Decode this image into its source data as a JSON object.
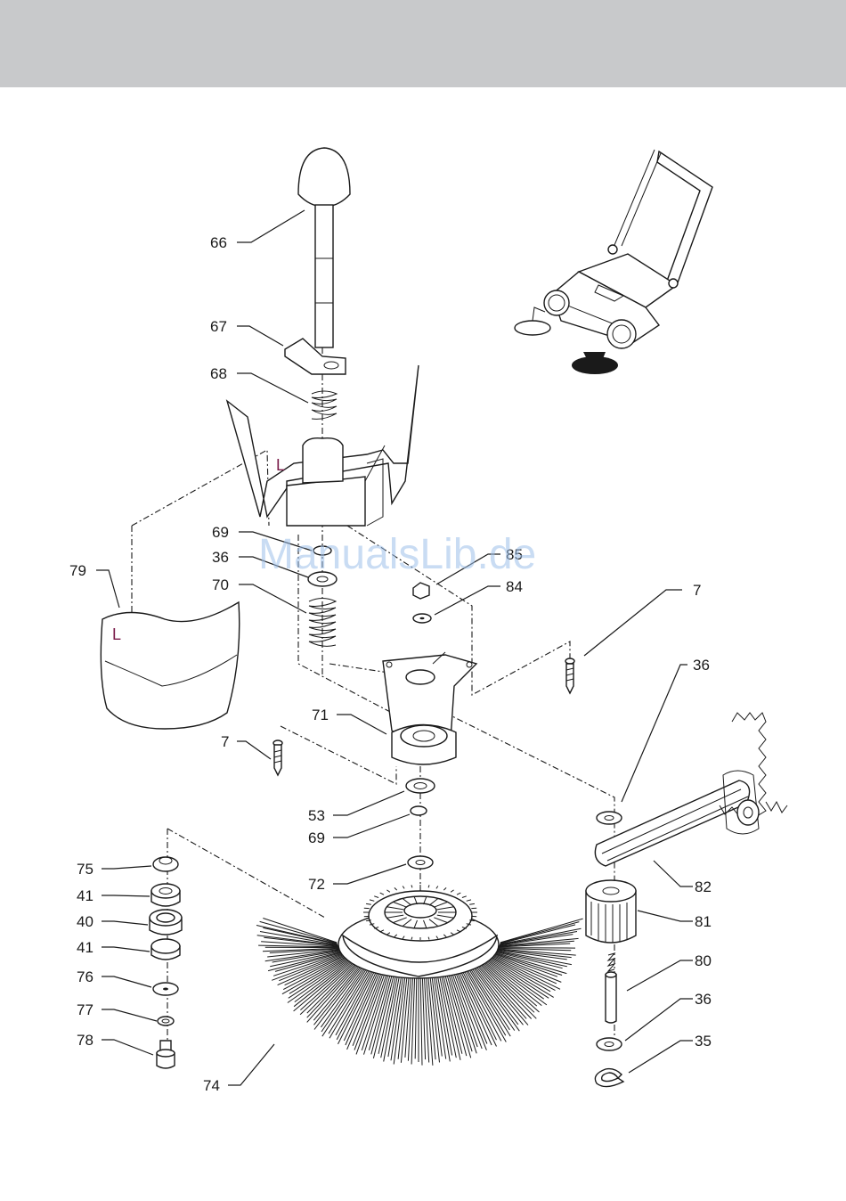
{
  "header": {
    "color": "#c8c9cb"
  },
  "watermark": "ManualsLib.de",
  "side_marks": {
    "housing": "L",
    "cover": "L"
  },
  "callouts": [
    {
      "id": "66",
      "label": "66"
    },
    {
      "id": "67",
      "label": "67"
    },
    {
      "id": "68",
      "label": "68"
    },
    {
      "id": "69a",
      "label": "69"
    },
    {
      "id": "36a",
      "label": "36"
    },
    {
      "id": "70",
      "label": "70"
    },
    {
      "id": "79",
      "label": "79"
    },
    {
      "id": "85",
      "label": "85"
    },
    {
      "id": "84",
      "label": "84"
    },
    {
      "id": "7a",
      "label": "7"
    },
    {
      "id": "36b",
      "label": "36"
    },
    {
      "id": "71",
      "label": "71"
    },
    {
      "id": "7b",
      "label": "7"
    },
    {
      "id": "53",
      "label": "53"
    },
    {
      "id": "69b",
      "label": "69"
    },
    {
      "id": "72",
      "label": "72"
    },
    {
      "id": "75",
      "label": "75"
    },
    {
      "id": "41a",
      "label": "41"
    },
    {
      "id": "40",
      "label": "40"
    },
    {
      "id": "41b",
      "label": "41"
    },
    {
      "id": "76",
      "label": "76"
    },
    {
      "id": "77",
      "label": "77"
    },
    {
      "id": "78",
      "label": "78"
    },
    {
      "id": "74",
      "label": "74"
    },
    {
      "id": "82",
      "label": "82"
    },
    {
      "id": "81",
      "label": "81"
    },
    {
      "id": "80",
      "label": "80"
    },
    {
      "id": "36c",
      "label": "36"
    },
    {
      "id": "35",
      "label": "35"
    }
  ]
}
